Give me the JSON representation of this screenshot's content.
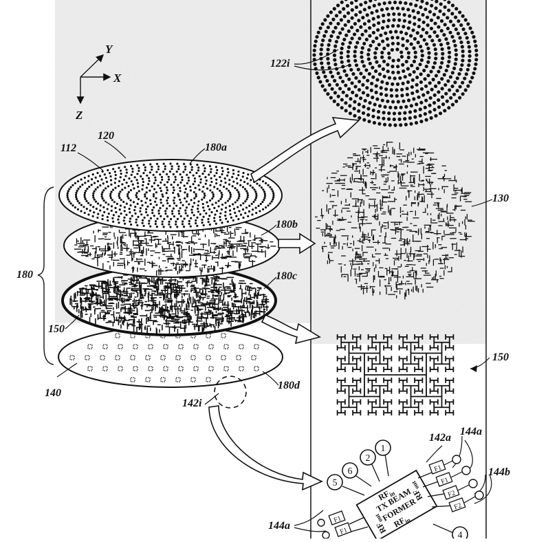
{
  "axes": {
    "y": "Y",
    "x": "X",
    "z": "Z"
  },
  "labels": {
    "l112": "112",
    "l120": "120",
    "l180a": "180a",
    "l180b": "180b",
    "l180c": "180c",
    "l180d": "180d",
    "l180": "180",
    "l150_left": "150",
    "l140": "140",
    "l142i": "142i",
    "l122i": "122i",
    "l130": "130",
    "l150_right": "150",
    "l142a": "142a",
    "l144a_top": "144a",
    "l144b": "144b",
    "l144a_bottom": "144a"
  },
  "beamformer": {
    "title_line1": "TX BEAM",
    "title_line2": "FORMER",
    "rf_in": "RF",
    "rf_in_sub": "in",
    "rf_out": "RF",
    "rf_out_sub": "out",
    "rf_out2": "RF",
    "rf_out2_sub": "out",
    "rf_in2": "RF",
    "rf_in2_sub": "in",
    "ports": [
      "5",
      "6",
      "2",
      "1",
      "4"
    ],
    "filters": [
      "F1",
      "F1",
      "F2",
      "F2",
      "F1",
      "F1"
    ]
  }
}
